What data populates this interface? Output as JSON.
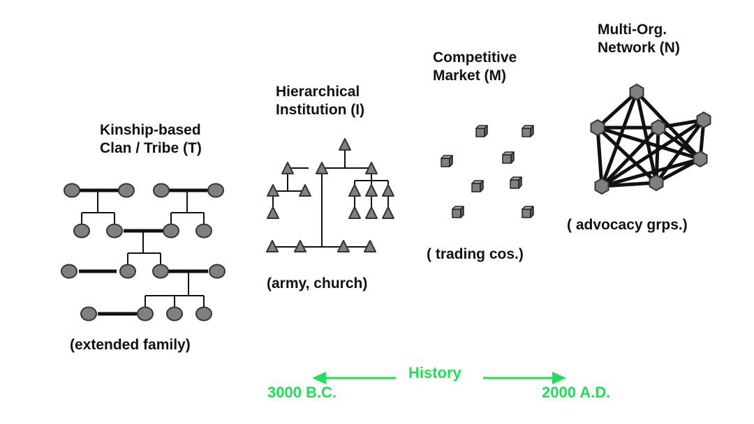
{
  "panels": {
    "clan": {
      "title_line1": "Kinship-based",
      "title_line2": "Clan / Tribe (T)",
      "caption": "(extended family)"
    },
    "institution": {
      "title_line1": "Hierarchical",
      "title_line2": "Institution (I)",
      "caption": "(army, church)"
    },
    "market": {
      "title_line1": "Competitive",
      "title_line2": "Market (M)",
      "caption": "( trading cos.)"
    },
    "network": {
      "title_line1": "Multi-Org.",
      "title_line2": "Network (N)",
      "caption": "( advocacy grps.)"
    }
  },
  "history": {
    "label": "History",
    "start": "3000 B.C.",
    "end": "2000 A.D."
  },
  "colors": {
    "node_fill": "#808080",
    "node_stroke": "#333333",
    "line": "#111111",
    "history": "#22dd55"
  }
}
